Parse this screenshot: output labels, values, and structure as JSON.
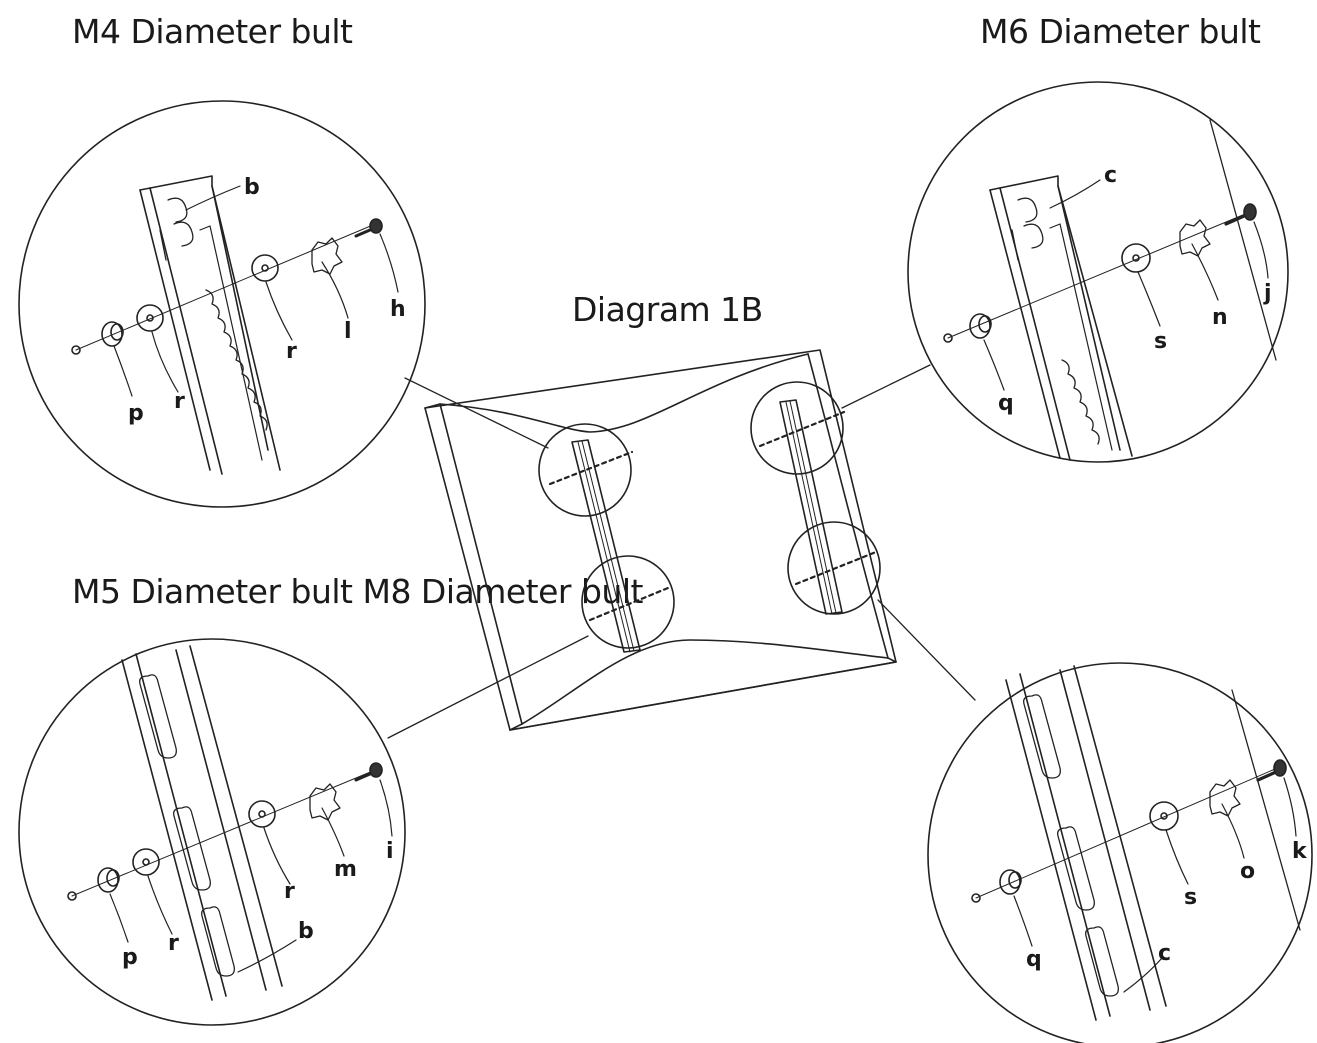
{
  "titles": {
    "top_left": "M4 Diameter bult",
    "top_right": "M6 Diameter bult",
    "center": "Diagram 1B",
    "bottom_left": "M5 Diameter bult M8 Diameter bult"
  },
  "callouts": {
    "top_left": {
      "rail": "b",
      "screw": "h",
      "lock_washer": "l",
      "washer_outer": "r",
      "washer_inner": "r",
      "spacer": "p"
    },
    "top_right": {
      "rail": "c",
      "screw": "j",
      "lock_washer": "n",
      "washer": "s",
      "spacer": "q"
    },
    "bottom_left": {
      "rail": "b",
      "screw": "i",
      "lock_washer": "m",
      "washer_outer": "r",
      "washer_inner": "r",
      "spacer": "p"
    },
    "bottom_right": {
      "rail": "c",
      "screw": "k",
      "lock_washer": "o",
      "washer": "s",
      "spacer": "q"
    }
  }
}
